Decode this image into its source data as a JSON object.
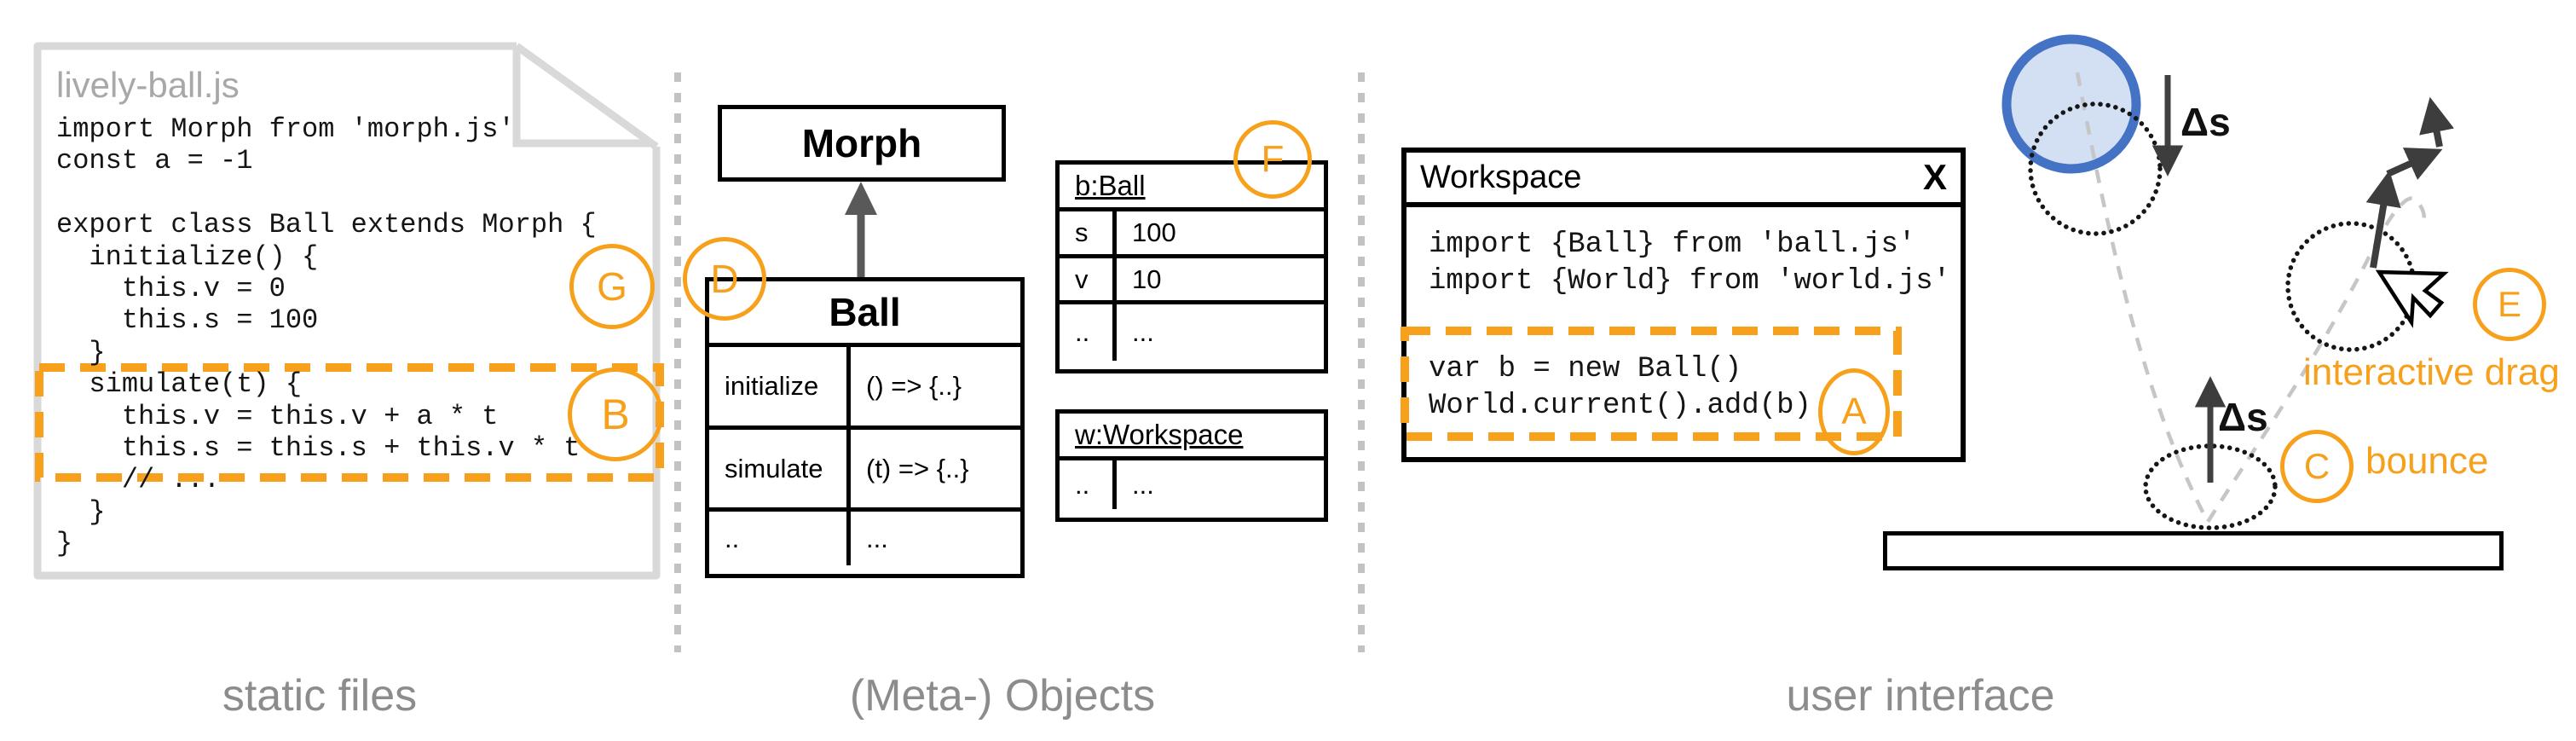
{
  "colors": {
    "accent_orange": "#F7A01B",
    "ball_stroke_blue": "#4472C4",
    "ball_fill_blue": "#D3DFF3",
    "gray_label": "#8c8c8c"
  },
  "sections": {
    "static_files": {
      "label": "static files",
      "file_name": "lively-ball.js",
      "code": "import Morph from 'morph.js'\nconst a = -1\n\nexport class Ball extends Morph {\n  initialize() {\n    this.v = 0\n    this.s = 100\n  }\n  simulate(t) {\n    this.v = this.v + a * t\n    this.s = this.s + this.v * t\n    // ...\n  }\n}"
    },
    "meta_objects": {
      "label": "(Meta-) Objects",
      "morph_class": "Morph",
      "ball_table": {
        "title": "Ball",
        "rows": [
          [
            "initialize",
            "() => {..}"
          ],
          [
            "simulate",
            "(t) => {..}"
          ],
          [
            "..",
            "..."
          ]
        ]
      },
      "b_ball_table": {
        "title": "b:Ball",
        "rows": [
          [
            "s",
            "100"
          ],
          [
            "v",
            "10"
          ],
          [
            "..",
            "..."
          ]
        ]
      },
      "w_workspace_table": {
        "title": "w:Workspace",
        "rows": [
          [
            "..",
            "..."
          ]
        ]
      }
    },
    "user_interface": {
      "label": "user interface",
      "workspace_window": {
        "title": "Workspace",
        "close_label": "X",
        "imports_code": "import {Ball} from 'ball.js'\nimport {World} from 'world.js'",
        "eval_code": "var b = new Ball()\nWorld.current().add(b)"
      },
      "annotations": {
        "delta_s_fall": "Δs",
        "delta_s_bounce": "Δs",
        "bounce": "bounce",
        "interactive_drag": "interactive drag"
      }
    }
  },
  "markers": {
    "a": "A",
    "b": "B",
    "c": "C",
    "d": "D",
    "e": "E",
    "f": "F",
    "g": "G"
  }
}
